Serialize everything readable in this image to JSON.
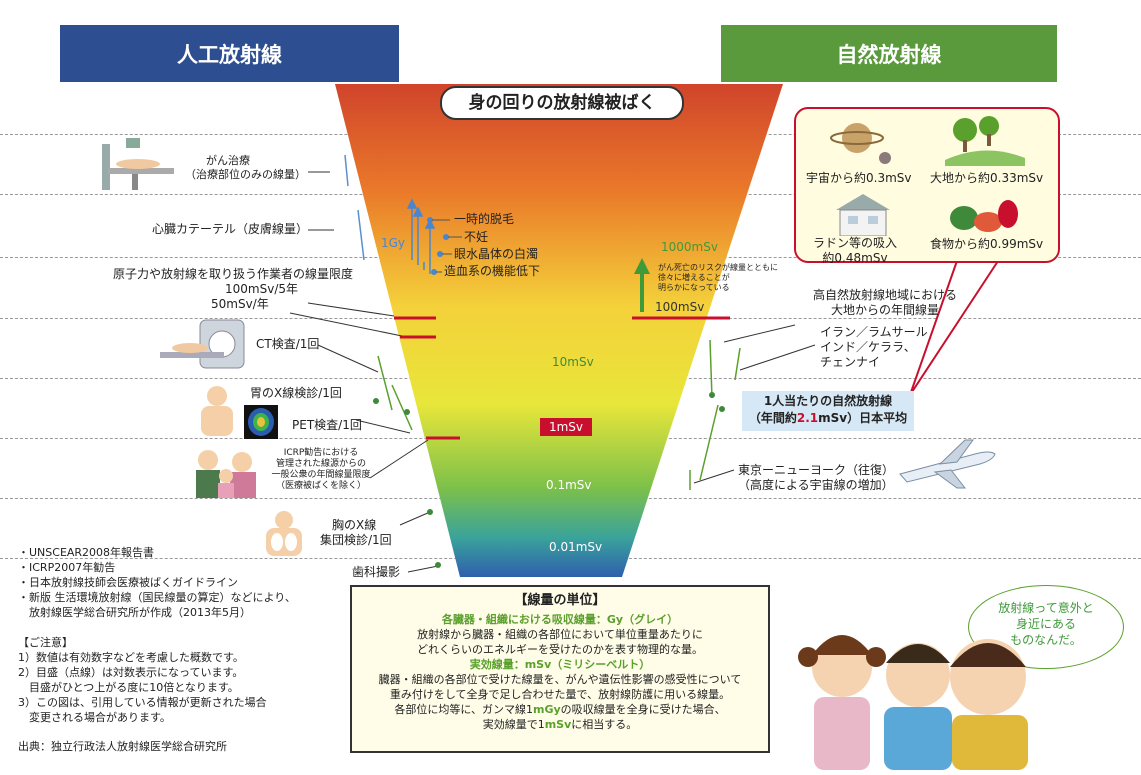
{
  "headers": {
    "artificial": "人工放射線",
    "natural": "自然放射線"
  },
  "funnel_title": "身の回りの放射線被ばく",
  "scale_labels": {
    "s1000": "1000mSv",
    "s100": "100mSv",
    "s10": "10mSv",
    "s1": "1mSv",
    "s01": "0.1mSv",
    "s001": "0.01mSv"
  },
  "gy_label": "1Gy",
  "effects": [
    "一時的脱毛",
    "不妊",
    "眼水晶体の白濁",
    "造血系の機能低下"
  ],
  "risk_note": [
    "がん死亡のリスクが線量とともに",
    "徐々に増えることが",
    "明らかになっている"
  ],
  "artificial_items": {
    "cancer": [
      "がん治療",
      "（治療部位のみの線量）"
    ],
    "catheter": "心臓カテーテル（皮膚線量）",
    "worker": [
      "原子力や放射線を取り扱う作業者の線量限度",
      "100mSv/5年",
      "50mSv/年"
    ],
    "ct": "CT検査/1回",
    "stomach": "胃のX線検診/1回",
    "pet": "PET検査/1回",
    "icrp": [
      "ICRP勧告における",
      "管理された線源からの",
      "一般公衆の年間線量限度",
      "（医療被ばくを除く）"
    ],
    "chest": [
      "胸のX線",
      "集団検診/1回"
    ],
    "dental": "歯科撮影"
  },
  "natural_items": {
    "high": [
      "高自然放射線地域における",
      "大地からの年間線量"
    ],
    "places": [
      "イラン／ラムサール",
      "インド／ケララ、",
      "チェンナイ"
    ],
    "average": {
      "line1": "1人当たりの自然放射線",
      "line2_pre": "（年間約",
      "line2_num": "2.1",
      "line2_post": "mSv）日本平均"
    },
    "flight": [
      "東京ーニューヨーク（往復）",
      "（高度による宇宙線の増加）"
    ]
  },
  "natural_box": {
    "space": "宇宙から約0.3mSv",
    "ground": "大地から約0.33mSv",
    "radon": [
      "ラドン等の吸入",
      "約0.48mSv"
    ],
    "food": "食物から約0.99mSv"
  },
  "sources": [
    "・UNSCEAR2008年報告書",
    "・ICRP2007年勧告",
    "・日本放射線技師会医療被ばくガイドライン",
    "・新版 生活環境放射線（国民線量の算定）などにより、",
    "　放射線医学総合研究所が作成（2013年5月）"
  ],
  "notes": {
    "title": "【ご注意】",
    "items": [
      "1）数値は有効数字などを考慮した概数です。",
      "2）目盛（点線）は対数表示になっています。",
      "　目盛がひとつ上がる度に10倍となります。",
      "3）この図は、引用している情報が更新された場合",
      "　変更される場合があります。"
    ]
  },
  "credit": "出典：独立行政法人放射線医学総合研究所",
  "units_box": {
    "title": "【線量の単位】",
    "gy_head": "各臓器・組織における吸収線量：Gy（グレイ）",
    "gy_text": [
      "放射線から臓器・組織の各部位において単位重量あたりに",
      "どれくらいのエネルギーを受けたのかを表す物理的な量。"
    ],
    "msv_head": "実効線量：mSv（ミリシーベルト）",
    "msv_text": [
      "臓器・組織の各部位で受けた線量を、がんや遺伝性影響の感受性について",
      "重み付けをして全身で足し合わせた量で、放射線防護に用いる線量。"
    ],
    "last_pre": "各部位に均等に、ガンマ線1",
    "last_gy": "mGy",
    "last_mid": "の吸収線量を全身に受けた場合、",
    "last2_pre": "実効線量で1",
    "last2_msv": "mSv",
    "last2_post": "に相当する。"
  },
  "bubble": [
    "放射線って意外と",
    "身近にある",
    "ものなんだ。"
  ],
  "colors": {
    "blue_header": "#2d4f91",
    "green_header": "#5a9a3c",
    "red": "#c8102e",
    "green_text": "#5aa02c",
    "avg_box": "#d6e8f5"
  }
}
